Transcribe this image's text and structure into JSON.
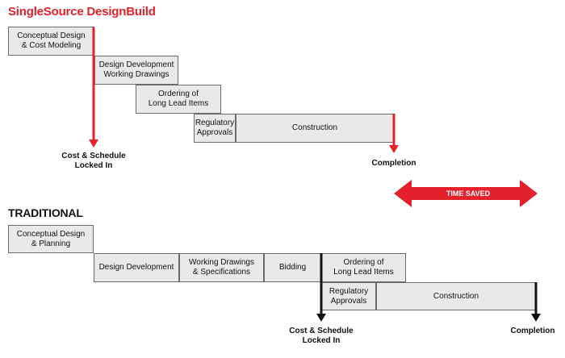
{
  "colors": {
    "accent_red": "#e4222b",
    "box_fill": "#e9e9e9",
    "box_border": "#6b6b6b",
    "black": "#111111"
  },
  "designbuild": {
    "title": "SingleSource DesignBuild",
    "steps": [
      {
        "id": "db-conceptual",
        "label": "Conceptual Design\n& Cost Modeling"
      },
      {
        "id": "db-design-development",
        "label": "Design Development\nWorking Drawings"
      },
      {
        "id": "db-long-lead",
        "label": "Ordering of\nLong Lead Items"
      },
      {
        "id": "db-regulatory",
        "label": "Regulatory\nApprovals"
      },
      {
        "id": "db-construction",
        "label": "Construction"
      }
    ],
    "locked_label": "Cost & Schedule\nLocked In",
    "completion_label": "Completion"
  },
  "time_saved": {
    "label": "TIME SAVED"
  },
  "traditional": {
    "title": "TRADITIONAL",
    "steps": [
      {
        "id": "tr-conceptual",
        "label": "Conceptual Design\n& Planning"
      },
      {
        "id": "tr-design-development",
        "label": "Design Development"
      },
      {
        "id": "tr-working-drawings",
        "label": "Working Drawings\n& Specifications"
      },
      {
        "id": "tr-bidding",
        "label": "Bidding"
      },
      {
        "id": "tr-long-lead",
        "label": "Ordering of\nLong Lead Items"
      },
      {
        "id": "tr-regulatory",
        "label": "Regulatory\nApprovals"
      },
      {
        "id": "tr-construction",
        "label": "Construction"
      }
    ],
    "locked_label": "Cost & Schedule\nLocked In",
    "completion_label": "Completion"
  }
}
